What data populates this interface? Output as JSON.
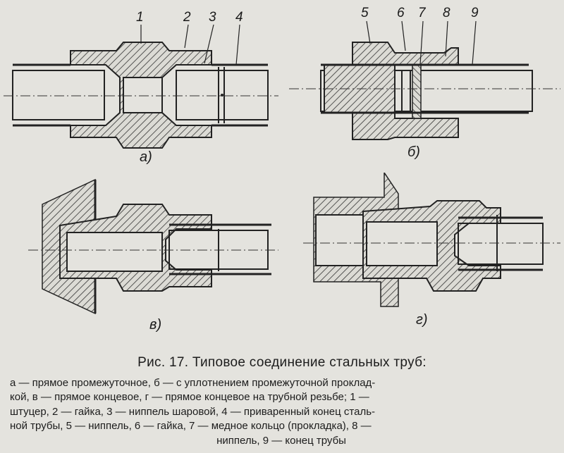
{
  "figure": {
    "labels_a": [
      "1",
      "2",
      "3",
      "4"
    ],
    "labels_b": [
      "5",
      "6",
      "7",
      "8",
      "9"
    ],
    "subfig_a": "а)",
    "subfig_b": "б)",
    "subfig_c": "в)",
    "subfig_d": "г)"
  },
  "caption": {
    "title": "Рис. 17. Типовое соединение стальных  труб:",
    "lines": [
      "а — прямое промежуточное, б — с уплотнением промежуточной проклад-",
      "кой, в — прямое концевое, г — прямое концевое на трубной резьбе; 1 —",
      "штуцер, 2 — гайка, 3 — ниппель шаровой, 4 — приваренный конец сталь-",
      "ной трубы, 5 — ниппель, 6 — гайка, 7 — медное кольцо (прокладка), 8 —",
      "ниппель, 9 — конец  трубы"
    ]
  }
}
